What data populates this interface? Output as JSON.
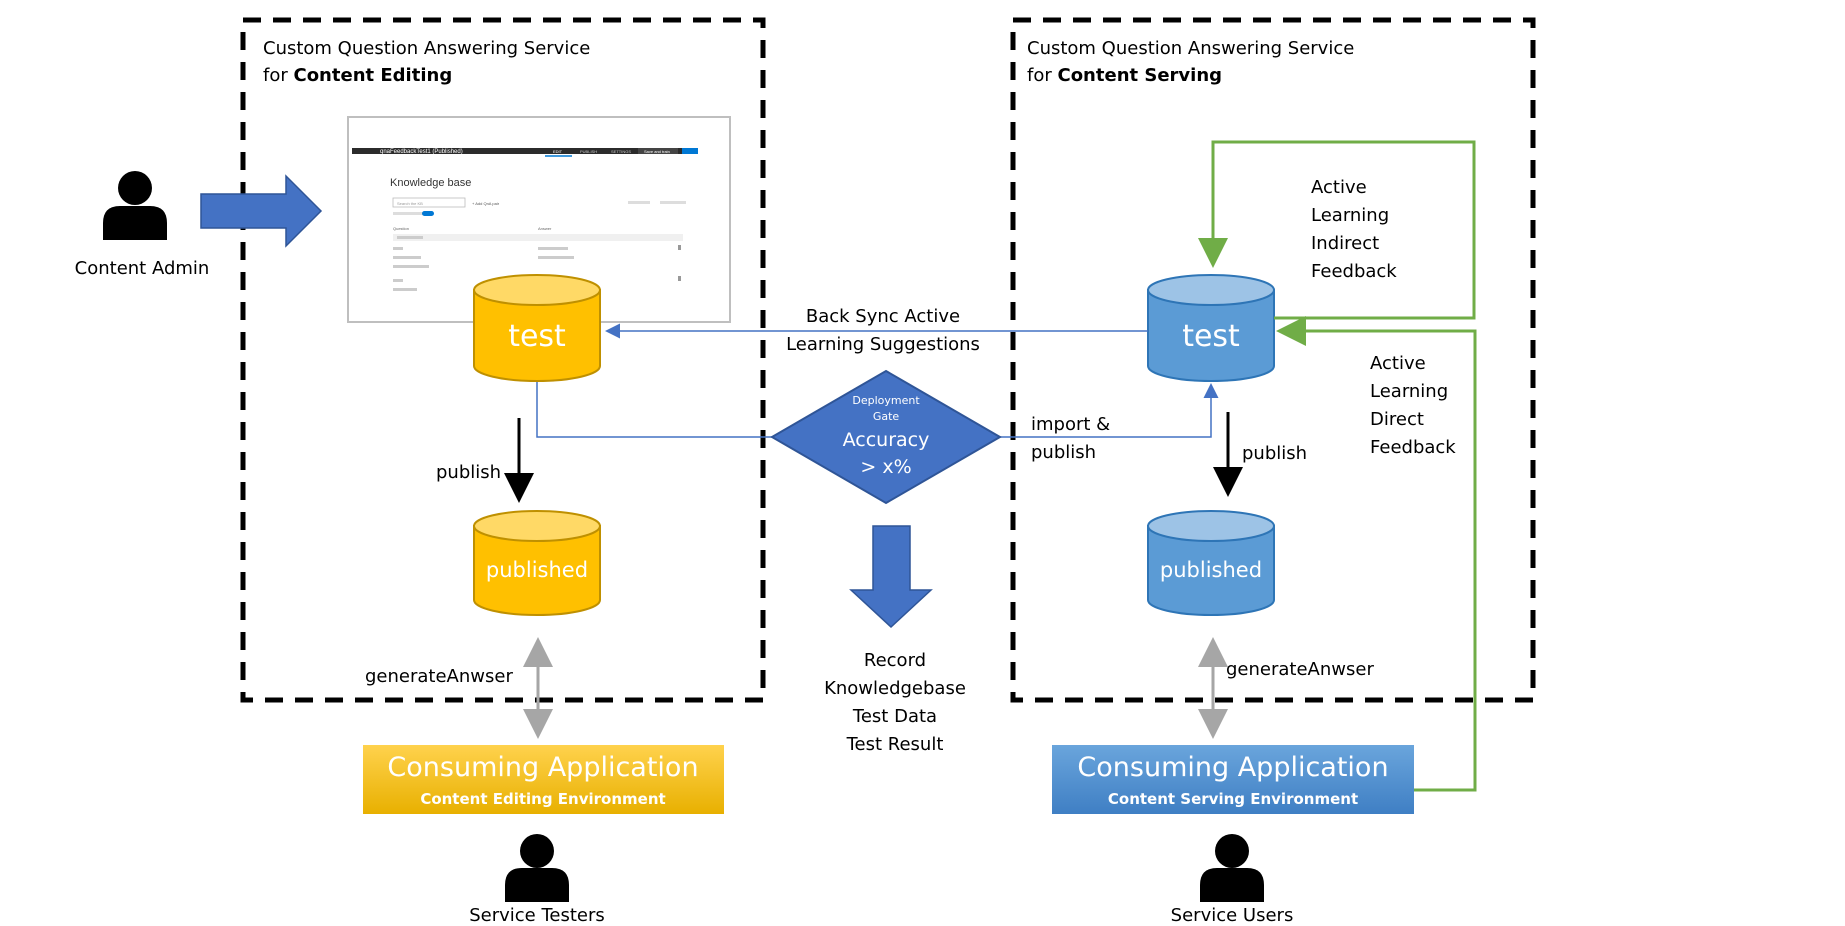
{
  "colors": {
    "orange": "#ffc000",
    "orange_light": "#ffd966",
    "blue": "#5b9bd5",
    "blue_light": "#9dc3e6",
    "arrow_blue": "#4472c4",
    "green": "#70ad47",
    "gray": "#a6a6a6"
  },
  "editing_service": {
    "title_line1": "Custom Question Answering Service",
    "title_prefix": "for ",
    "title_bold": "Content Editing"
  },
  "serving_service": {
    "title_line1": "Custom Question Answering Service",
    "title_prefix": "for ",
    "title_bold": "Content Serving"
  },
  "actors": {
    "content_admin": "Content Admin",
    "service_testers": "Service Testers",
    "service_users": "Service Users"
  },
  "databases": {
    "edit_test": "test",
    "edit_published": "published",
    "serve_test": "test",
    "serve_published": "published"
  },
  "labels": {
    "publish_left": "publish",
    "publish_right": "publish",
    "generate_left": "generateAnwser",
    "generate_right": "generateAnwser",
    "back_sync_line1": "Back Sync Active",
    "back_sync_line2": "Learning Suggestions",
    "import_line1": "import  &",
    "import_line2": "publish",
    "indirect": [
      "Active",
      "Learning",
      "Indirect",
      "Feedback"
    ],
    "direct": [
      "Active",
      "Learning",
      "Direct",
      "Feedback"
    ],
    "record": [
      "Record",
      "Knowledgebase",
      "Test Data",
      "Test Result"
    ]
  },
  "gate": {
    "line1": "Deployment",
    "line2": "Gate",
    "line3": "Accuracy",
    "line4": "> x%"
  },
  "apps": {
    "editing": {
      "title": "Consuming Application",
      "subtitle": "Content Editing Environment"
    },
    "serving": {
      "title": "Consuming Application",
      "subtitle": "Content Serving Environment"
    }
  },
  "screenshot": {
    "header": "qnaFeedbackTest1 (Published)",
    "tab_edit": "EDIT",
    "tab_publish": "PUBLISH",
    "tab_settings": "SETTINGS",
    "save_label": "Save and train",
    "heading": "Knowledge base",
    "search_placeholder": "Search the KB",
    "add_qna": "+ Add QnA pair",
    "col_question": "Question",
    "col_answer": "Answer"
  }
}
